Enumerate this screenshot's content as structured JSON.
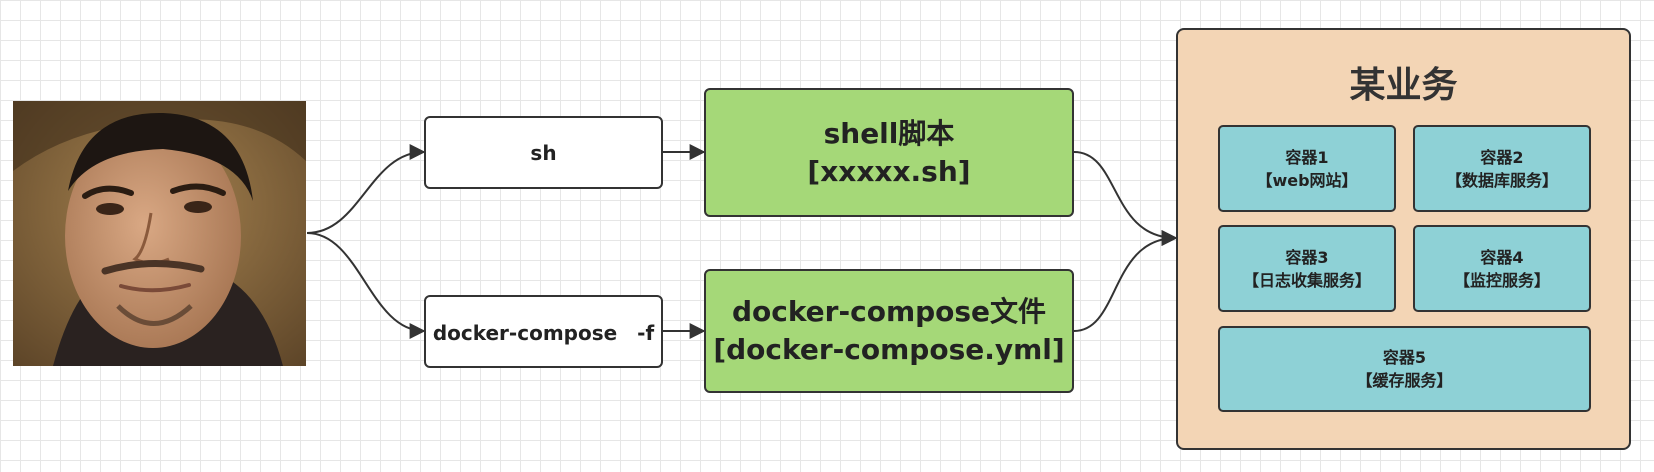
{
  "commands": {
    "sh": "sh",
    "compose": "docker-compose　-f"
  },
  "files": {
    "shell": {
      "line1": "shell脚本",
      "line2": "[xxxxx.sh]"
    },
    "compose": {
      "line1": "docker-compose文件",
      "line2": "[docker-compose.yml]"
    }
  },
  "service": {
    "title": "某业务",
    "containers": [
      {
        "name": "容器1",
        "role": "【web网站】"
      },
      {
        "name": "容器2",
        "role": "【数据库服务】"
      },
      {
        "name": "容器3",
        "role": "【日志收集服务】"
      },
      {
        "name": "容器4",
        "role": "【监控服务】"
      },
      {
        "name": "容器5",
        "role": "【缓存服务】"
      }
    ]
  },
  "colors": {
    "file_fill": "#a5d878",
    "service_fill": "#f3d5b5",
    "container_fill": "#8ed1d6",
    "stroke": "#333333"
  }
}
